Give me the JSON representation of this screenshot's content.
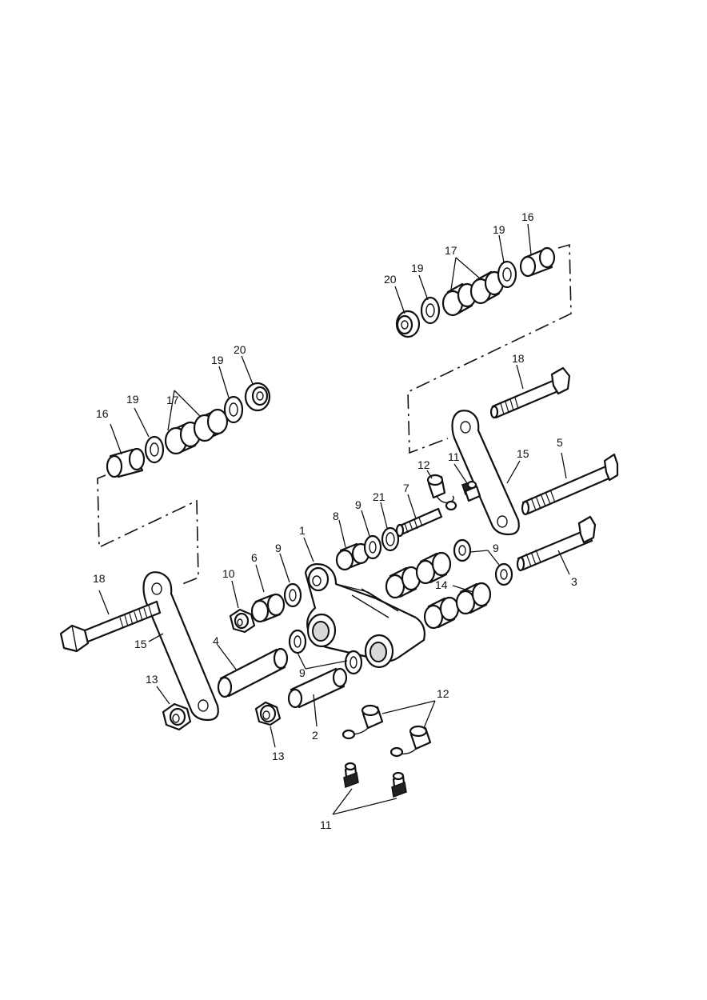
{
  "callouts": [
    {
      "id": "1",
      "text": "1"
    },
    {
      "id": "2",
      "text": "2"
    },
    {
      "id": "3",
      "text": "3"
    },
    {
      "id": "4",
      "text": "4"
    },
    {
      "id": "5",
      "text": "5"
    },
    {
      "id": "6",
      "text": "6"
    },
    {
      "id": "7",
      "text": "7"
    },
    {
      "id": "8",
      "text": "8"
    },
    {
      "id": "9a",
      "text": "9"
    },
    {
      "id": "9b",
      "text": "9"
    },
    {
      "id": "9c",
      "text": "9"
    },
    {
      "id": "9d",
      "text": "9"
    },
    {
      "id": "10",
      "text": "10"
    },
    {
      "id": "11a",
      "text": "11"
    },
    {
      "id": "11b",
      "text": "11"
    },
    {
      "id": "12a",
      "text": "12"
    },
    {
      "id": "12b",
      "text": "12"
    },
    {
      "id": "13a",
      "text": "13"
    },
    {
      "id": "13b",
      "text": "13"
    },
    {
      "id": "14",
      "text": "14"
    },
    {
      "id": "15a",
      "text": "15"
    },
    {
      "id": "15b",
      "text": "15"
    },
    {
      "id": "16a",
      "text": "16"
    },
    {
      "id": "16b",
      "text": "16"
    },
    {
      "id": "17a",
      "text": "17"
    },
    {
      "id": "17b",
      "text": "17"
    },
    {
      "id": "18a",
      "text": "18"
    },
    {
      "id": "18b",
      "text": "18"
    },
    {
      "id": "19a",
      "text": "19"
    },
    {
      "id": "19b",
      "text": "19"
    },
    {
      "id": "19c",
      "text": "19"
    },
    {
      "id": "19d",
      "text": "19"
    },
    {
      "id": "20a",
      "text": "20"
    },
    {
      "id": "20b",
      "text": "20"
    },
    {
      "id": "21",
      "text": "21"
    }
  ]
}
